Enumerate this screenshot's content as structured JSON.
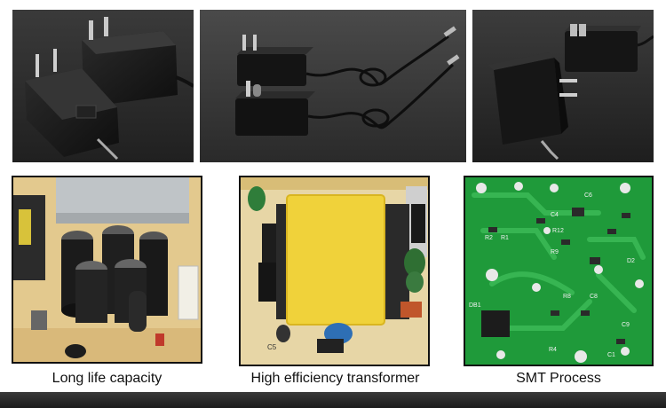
{
  "captions": {
    "left": "Long life capacity",
    "center": "High efficiency transformer",
    "right": "SMT Process"
  },
  "pcb_labels": {
    "c6": "C6",
    "r12": "R12",
    "r1": "R1",
    "r2": "R2",
    "r9": "R9",
    "c4": "C4",
    "d2": "D2",
    "r4": "R4",
    "db1": "DB1",
    "r8": "R8",
    "c8": "C8",
    "c5": "C5",
    "c9": "C9",
    "c1": "C1"
  },
  "colors": {
    "photo_bg": "#2a2a2a",
    "adapter_body": "#141414",
    "pcb_green": "#1f9a3a",
    "transformer_yellow": "#f0d23a",
    "capacitor_dark": "#1b1b1b",
    "bottom_bar": "#2a2a2a"
  },
  "images": [
    {
      "name": "adapters-two-plugs-photo"
    },
    {
      "name": "adapters-with-cables-photo"
    },
    {
      "name": "adapter-pair-side-photo"
    },
    {
      "name": "capacitor-board-photo"
    },
    {
      "name": "transformer-board-photo"
    },
    {
      "name": "smt-pcb-photo"
    }
  ]
}
